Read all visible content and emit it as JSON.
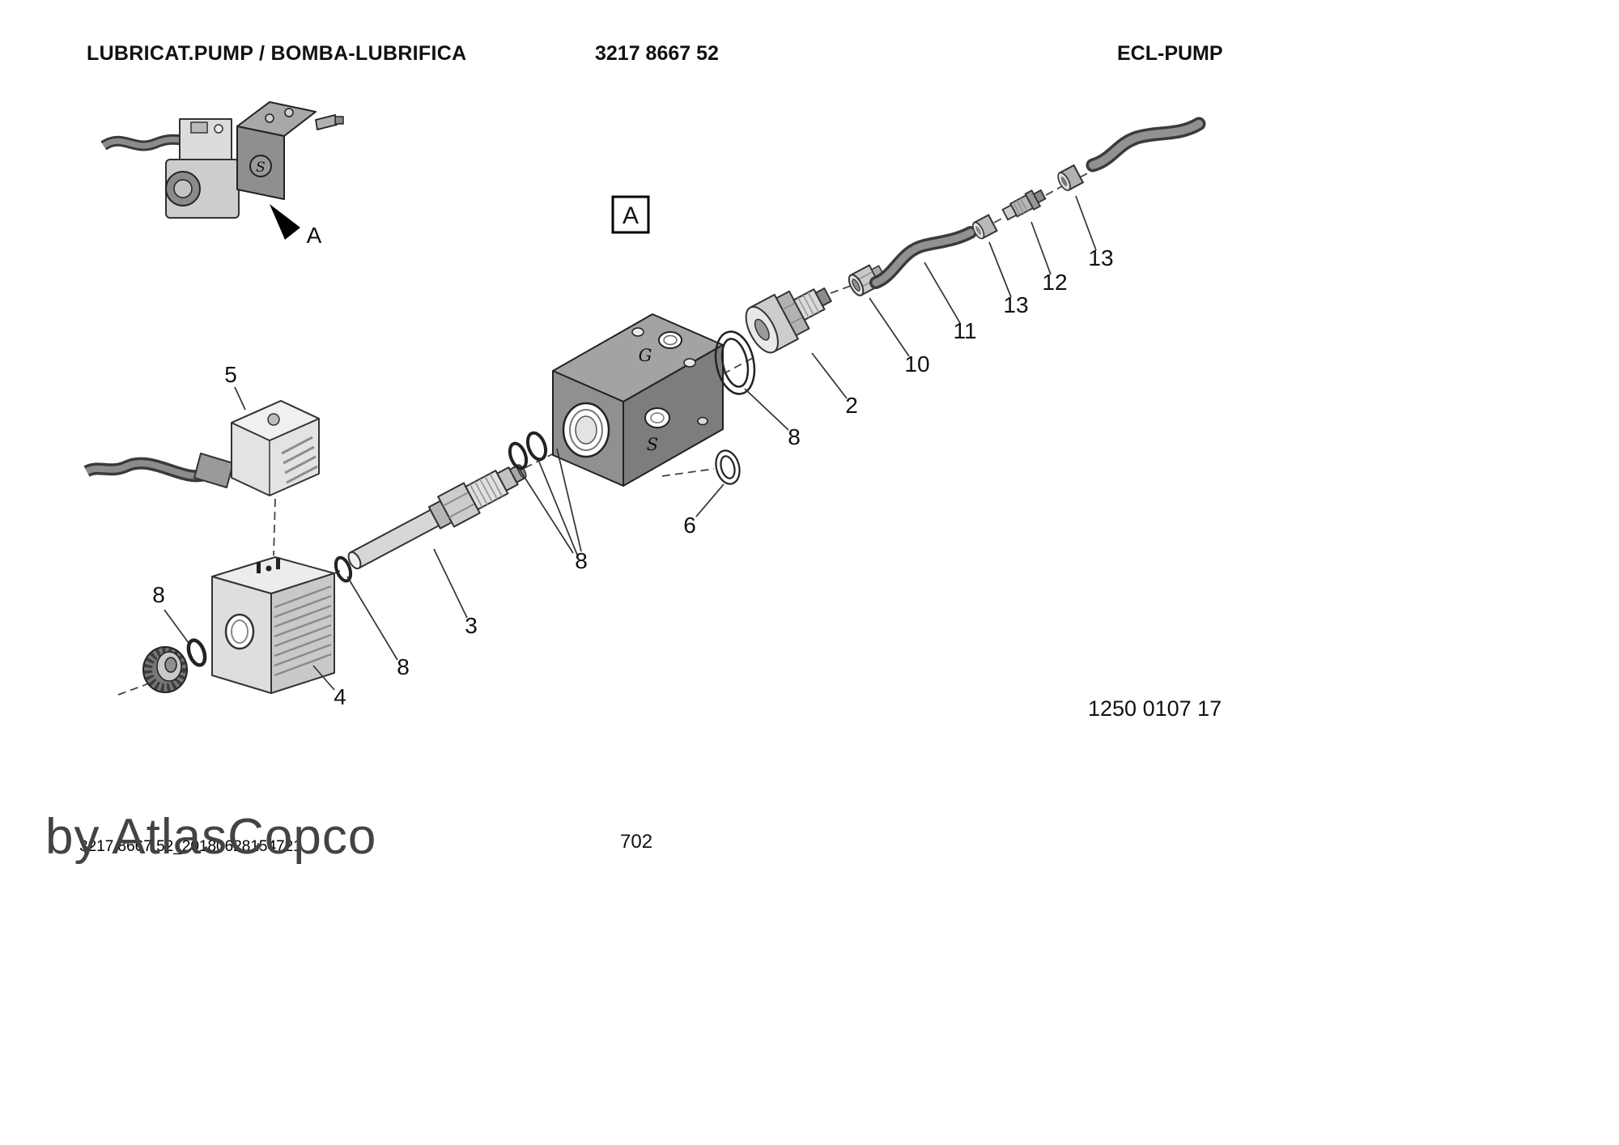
{
  "header": {
    "title": "LUBRICAT.PUMP / BOMBA-LUBRIFICA",
    "part_number": "3217 8667 52",
    "model": "ECL-PUMP"
  },
  "diagram": {
    "view_arrow_label": "A",
    "detail_box_label": "A",
    "markings": {
      "g_port": "G",
      "s_port": "S",
      "inset_s": "S"
    },
    "callouts": [
      "5",
      "8",
      "4",
      "8",
      "3",
      "8",
      "6",
      "8",
      "2",
      "10",
      "11",
      "13",
      "12",
      "13"
    ]
  },
  "footer": {
    "drawing_number": "1250 0107 17",
    "page_number": "702",
    "watermark": "by AtlasCopco",
    "file_reference": "3217 8667 52_20180628154721"
  }
}
